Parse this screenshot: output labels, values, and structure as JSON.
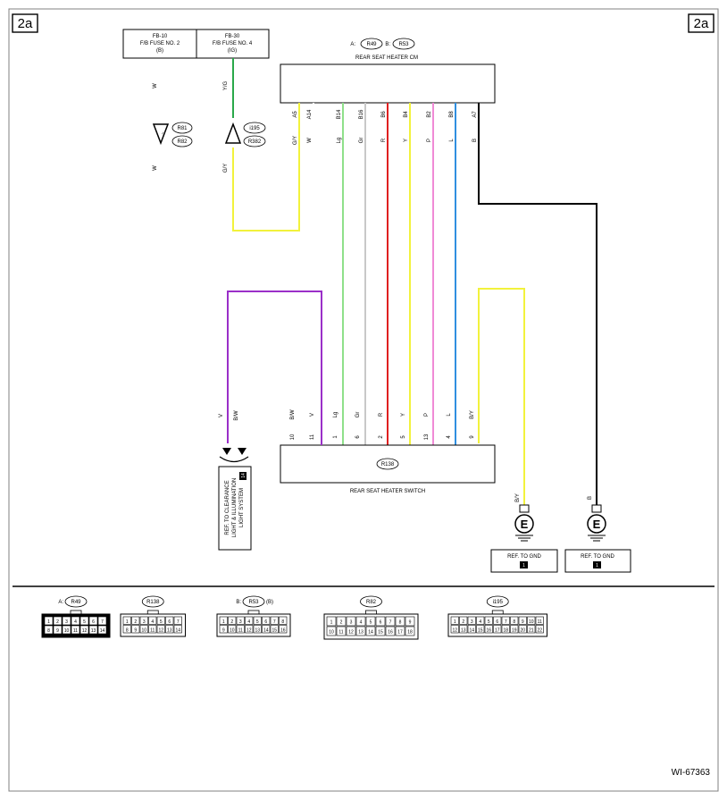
{
  "page_tags": {
    "left": "2a",
    "right": "2a"
  },
  "fuses": [
    {
      "code": "FB-10",
      "name": "F/B FUSE NO. 2",
      "supply": "(B)"
    },
    {
      "code": "FB-30",
      "name": "F/B FUSE NO. 4",
      "supply": "(IG)"
    }
  ],
  "module": {
    "prefix_a": "A:",
    "conn_a": "R49",
    "prefix_b": "B:",
    "conn_b": "R53",
    "name": "REAR SEAT HEATER CM",
    "pins": [
      "A5",
      "A14",
      "B14",
      "B16",
      "B6",
      "B4",
      "B2",
      "B8",
      "A7"
    ],
    "wire_colors": [
      "G/Y",
      "W",
      "Lg",
      "Gr",
      "R",
      "Y",
      "P",
      "L",
      "B"
    ]
  },
  "upper_wires": {
    "fuse1_color": "W",
    "fuse2_color": "Y/G",
    "fuse1_lower": "W",
    "fuse2_lower": "G/Y"
  },
  "junctions": {
    "left": [
      "R81",
      "R82"
    ],
    "right": [
      "i195",
      "R382"
    ]
  },
  "switch": {
    "conn": "R138",
    "name": "REAR SEAT HEATER SWITCH",
    "pins": [
      "10",
      "11",
      "1",
      "6",
      "2",
      "5",
      "13",
      "4",
      "9"
    ],
    "wire_colors": [
      "B/W",
      "V",
      "Lg",
      "Gr",
      "R",
      "Y",
      "P",
      "L",
      "B/Y"
    ]
  },
  "clearance_ref": {
    "wire_left": "V",
    "wire_right": "B/W",
    "lines": [
      "REF. TO CLEARANCE",
      "LIGHT & ILLUMINATION",
      "LIGHT SYSTEM"
    ],
    "badge": "14"
  },
  "grounds": [
    {
      "wire": "B/Y",
      "ref": "REF. TO GND",
      "badge": "1"
    },
    {
      "wire": "B",
      "ref": "REF. TO GND",
      "badge": "1"
    }
  ],
  "connector_views": [
    {
      "prefix": "A:",
      "id": "R49",
      "suffix": "",
      "row1": [
        "1",
        "2",
        "3",
        "4",
        "5",
        "6",
        "7"
      ],
      "row2": [
        "8",
        "9",
        "10",
        "11",
        "12",
        "13",
        "14"
      ]
    },
    {
      "prefix": "",
      "id": "R138",
      "suffix": "",
      "row1": [
        "1",
        "2",
        "3",
        "4",
        "5",
        "6",
        "7"
      ],
      "row2": [
        "8",
        "9",
        "10",
        "11",
        "12",
        "13",
        "14"
      ]
    },
    {
      "prefix": "B:",
      "id": "R53",
      "suffix": "(B)",
      "row1": [
        "1",
        "2",
        "3",
        "4",
        "5",
        "6",
        "7",
        "8"
      ],
      "row2": [
        "9",
        "10",
        "11",
        "12",
        "13",
        "14",
        "15",
        "16"
      ]
    },
    {
      "prefix": "",
      "id": "R82",
      "suffix": "",
      "row1": [
        "1",
        "2",
        "3",
        "4",
        "5",
        "6",
        "7",
        "8",
        "9"
      ],
      "row2": [
        "10",
        "11",
        "12",
        "13",
        "14",
        "15",
        "16",
        "17",
        "18"
      ]
    },
    {
      "prefix": "",
      "id": "i195",
      "suffix": "",
      "row1": [
        "1",
        "2",
        "3",
        "4",
        "5",
        "6",
        "7",
        "8",
        "9",
        "10",
        "11"
      ],
      "row2": [
        "12",
        "13",
        "14",
        "15",
        "16",
        "17",
        "18",
        "19",
        "20",
        "21",
        "22"
      ]
    }
  ],
  "figure_id": "WI-67363",
  "colors": {
    "G/Y": "#f2f23c",
    "Y": "#f2f23c",
    "B/Y": "#f2f23c",
    "Y/G": "#2aa84a",
    "Lg": "#8fe08a",
    "Gr": "#c8c8c8",
    "R": "#e02020",
    "P": "#f08ad6",
    "L": "#2f8fe0",
    "B": "#000000",
    "V": "#9a2fc8",
    "W": "#ffffff"
  }
}
